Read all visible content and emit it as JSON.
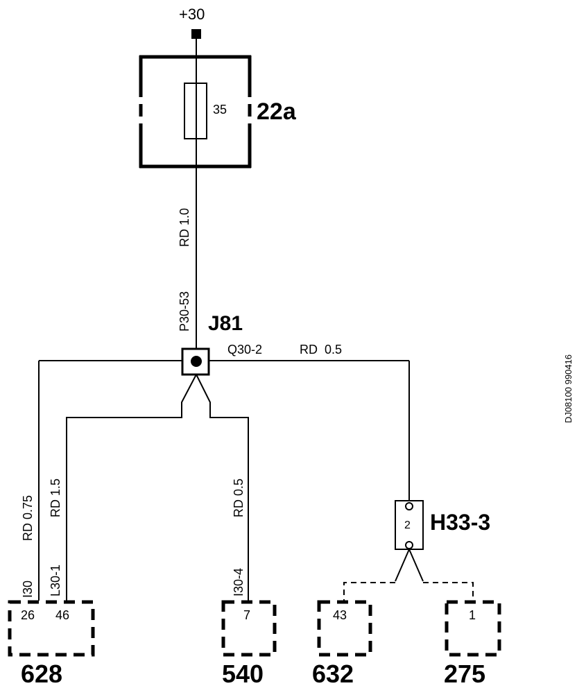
{
  "supply": {
    "label": "+30"
  },
  "fuse_box": {
    "id": "22a",
    "fuse_rating": "35"
  },
  "wires": {
    "main": {
      "color_size": "RD 1.0",
      "code": "P30-53"
    },
    "right_branch": {
      "code": "Q30-2",
      "color_size": "RD  0.5"
    },
    "left_outer": {
      "color_size": "RD 0.75",
      "code": "I30"
    },
    "left_inner": {
      "color_size": "RD 1.5",
      "code": "L30-1"
    },
    "middle": {
      "color_size": "RD 0.5",
      "code": "I30-4"
    }
  },
  "junction": {
    "id": "J81"
  },
  "splice": {
    "id": "H33-3",
    "pin": "2"
  },
  "connectors": [
    {
      "id": "628",
      "pins": [
        "26",
        "46"
      ]
    },
    {
      "id": "540",
      "pins": [
        "7"
      ]
    },
    {
      "id": "632",
      "pins": [
        "43"
      ]
    },
    {
      "id": "275",
      "pins": [
        "1"
      ]
    }
  ],
  "doc_ref": "DJ08100 990416"
}
